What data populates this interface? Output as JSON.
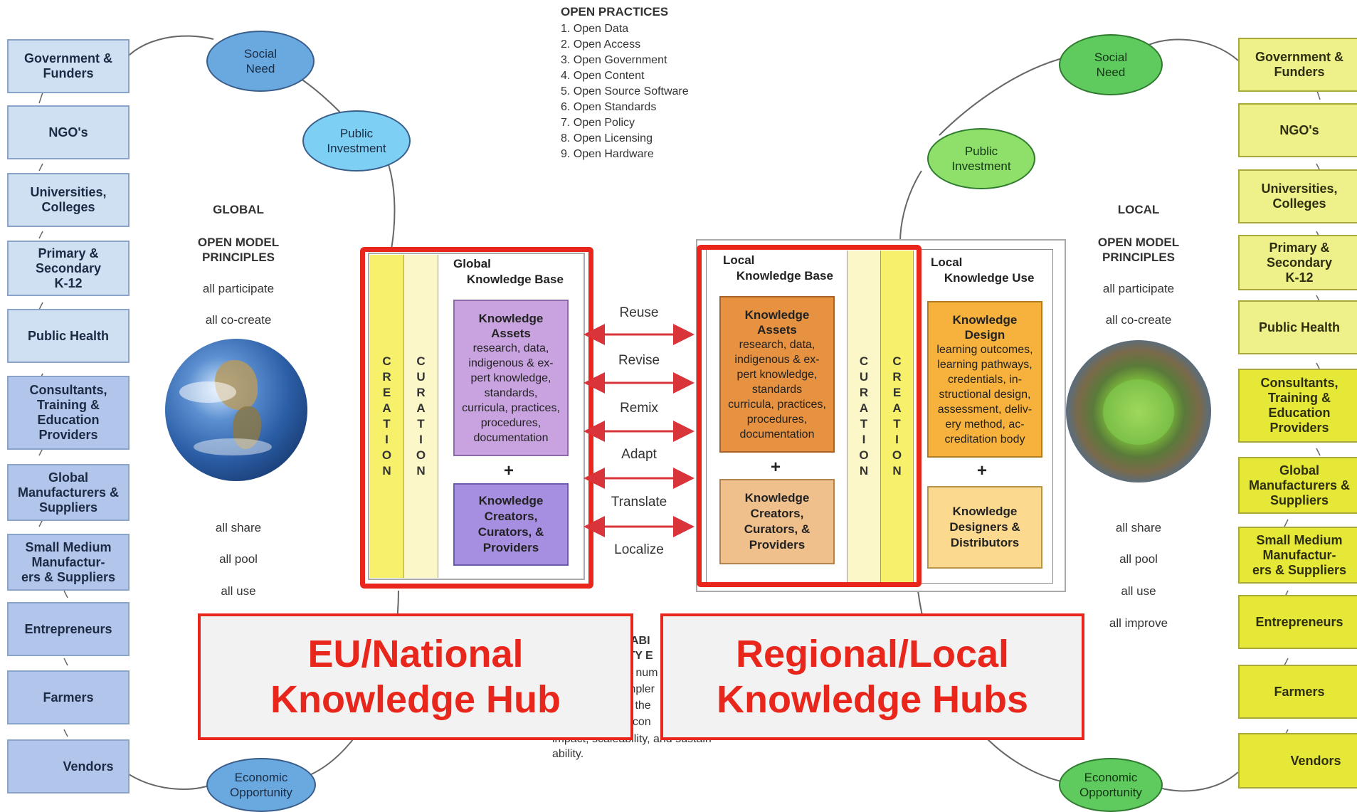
{
  "colors": {
    "red": "#e8261c",
    "left_blue_light": "#cfe0f2",
    "left_blue_dark": "#b1c6ea",
    "right_yellow_light": "#eef08a",
    "right_yellow_dark": "#e6e838",
    "purple_light": "#c9a3e0",
    "purple_dark": "#a68fe0",
    "orange_dark": "#e69240",
    "orange_light": "#f0c08c",
    "orange_gold": "#f6b23c"
  },
  "open_practices": {
    "title": "OPEN PRACTICES",
    "items": [
      "1.  Open Data",
      "2.  Open Access",
      "3.  Open Government",
      "4.  Open Content",
      "5.  Open Source Software",
      "6.  Open Standards",
      "7.  Open Policy",
      "8.  Open Licensing",
      "9.  Open Hardware"
    ]
  },
  "left_stakeholders": [
    "Government &\nFunders",
    "NGO's",
    "Universities,\nColleges",
    "Primary &\nSecondary\nK-12",
    "Public Health",
    "Consultants,\nTraining &\nEducation\nProviders",
    "Global\nManufacturers &\nSuppliers",
    "Small Medium\nManufactur-\ners & Suppliers",
    "Entrepreneurs",
    "Farmers",
    "Vendors"
  ],
  "right_stakeholders": [
    "Government &\nFunders",
    "NGO's",
    "Universities,\nColleges",
    "Primary &\nSecondary\nK-12",
    "Public Health",
    "Consultants,\nTraining &\nEducation\nProviders",
    "Global\nManufacturers &\nSuppliers",
    "Small Medium\nManufactur-\ners & Suppliers",
    "Entrepreneurs",
    "Farmers",
    "Vendors"
  ],
  "ovals": {
    "social_need": "Social\nNeed",
    "public_investment": "Public\nInvestment",
    "economic_opportunity": "Economic\nOpportunity"
  },
  "global": {
    "title": "GLOBAL",
    "principles_title": "OPEN MODEL\nPRINCIPLES",
    "principles_top": [
      "all participate",
      "all co-create"
    ],
    "principles_bottom": [
      "all share",
      "all pool",
      "all use"
    ]
  },
  "local": {
    "title": "LOCAL",
    "principles_title": "OPEN MODEL\nPRINCIPLES",
    "principles_top": [
      "all participate",
      "all co-create"
    ],
    "principles_bottom": [
      "all share",
      "all pool",
      "all use",
      "all improve"
    ]
  },
  "strips": {
    "creation": "CREATION",
    "curation": "CURATION"
  },
  "global_kb": {
    "title": "Global\n    Knowledge Base",
    "assets_title": "Knowledge\nAssets",
    "assets_body": "research, data,\nindigenous & ex-\npert knowledge,\nstandards,\ncurricula, practices,\nprocedures,\ndocumentation",
    "creators": "Knowledge\nCreators,\nCurators, &\nProviders"
  },
  "local_kb": {
    "title": "Local\n    Knowledge Base",
    "assets_title": "Knowledge\nAssets",
    "assets_body": "research, data,\nindigenous & ex-\npert knowledge,\nstandards\ncurricula, practices,\nprocedures,\ndocumentation",
    "creators": "Knowledge\nCreators,\nCurators, &\nProviders"
  },
  "local_use": {
    "title": "Local\n    Knowledge Use",
    "design_title": "Knowledge\nDesign",
    "design_body": "learning outcomes,\nlearning pathways,\ncredentials, in-\nstructional design,\nassessment, deliv-\nery method, ac-\ncreditation body",
    "designers": "Knowledge\nDesigners &\nDistributors"
  },
  "plus": "+",
  "arrows": [
    "Reuse",
    "Revise",
    "Remix",
    "Adapt",
    "Translate",
    "Localize"
  ],
  "hidden_text": {
    "line1": "ABI",
    "line2": "ITY E",
    "frag": [
      "e num",
      "mpler",
      "s the",
      "econ"
    ],
    "bottom1": "impact, scaleability, and sustain-",
    "bottom2": "ability."
  },
  "hubs": {
    "eu": "EU/National\nKnowledge Hub",
    "regional": "Regional/Local\nKnowledge Hubs"
  }
}
